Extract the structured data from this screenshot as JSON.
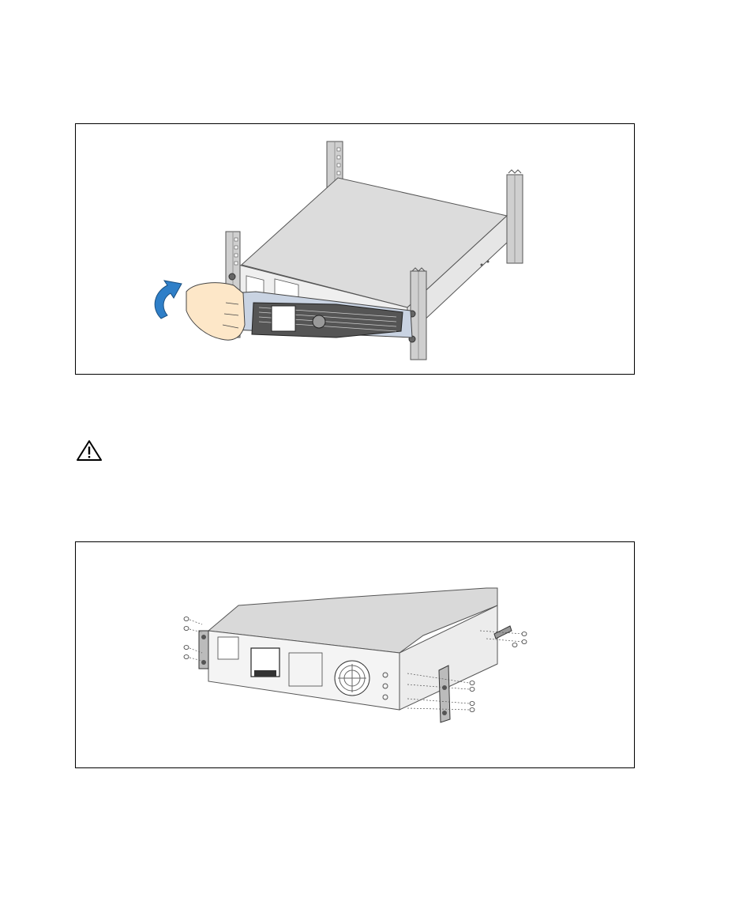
{
  "page": {
    "figures": [
      {
        "id": "bezel-removal",
        "icon": "rack-ups-bezel-removal-illustration"
      },
      {
        "id": "rail-bracket-install",
        "icon": "ups-bracket-screw-installation-illustration"
      }
    ],
    "warning": {
      "icon": "warning-triangle-icon"
    }
  }
}
